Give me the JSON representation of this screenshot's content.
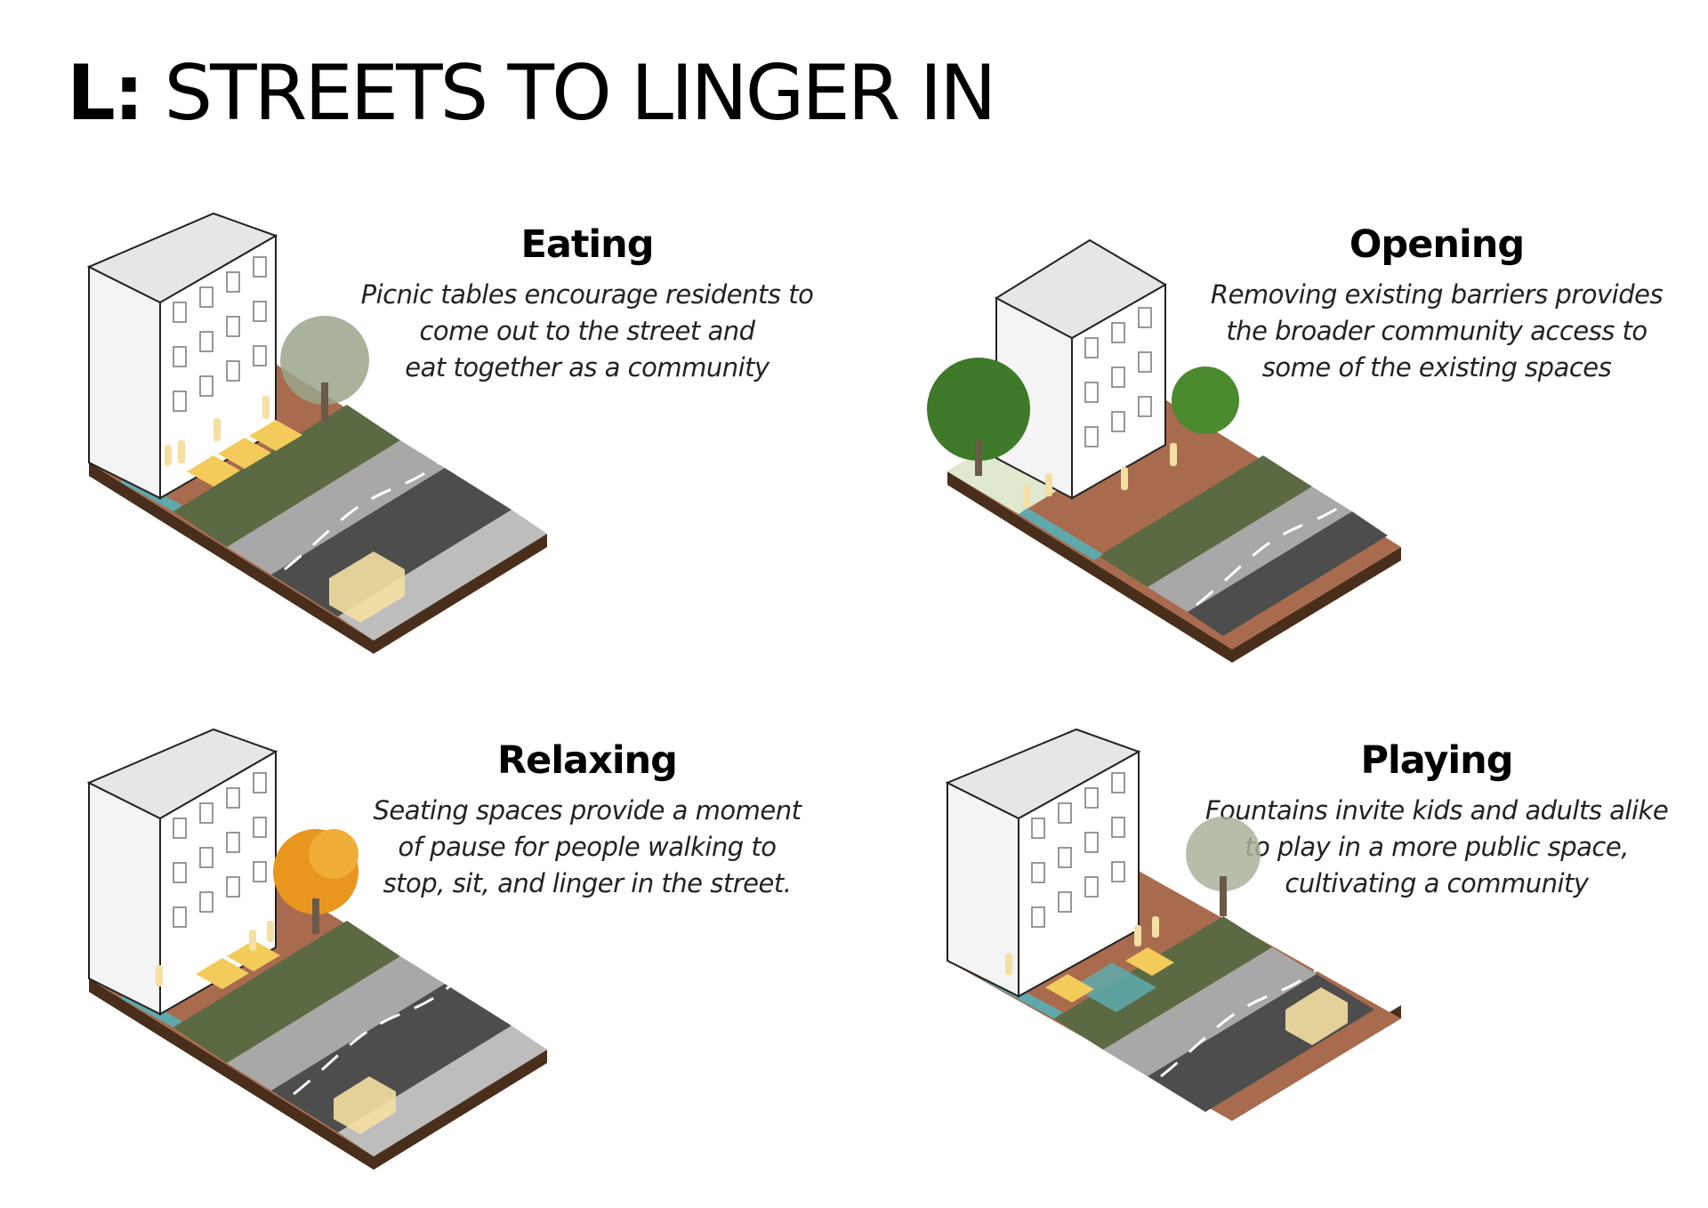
{
  "page": {
    "title_prefix": "L:",
    "title": "STREETS TO LINGER IN"
  },
  "panels": [
    {
      "id": "eating",
      "heading": "Eating",
      "caption_lines": [
        "Picnic tables encourage residents to",
        "come out to the street and",
        "eat together as a community"
      ],
      "tree_color": "#9aa58a"
    },
    {
      "id": "opening",
      "heading": "Opening",
      "caption_lines": [
        "Removing existing barriers provides",
        "the broader community access to",
        "some of the existing spaces"
      ],
      "tree_color": "#3f7a2a"
    },
    {
      "id": "relaxing",
      "heading": "Relaxing",
      "caption_lines": [
        "Seating spaces provide a moment",
        "of pause for people walking to",
        "stop, sit, and linger in the street."
      ],
      "tree_color": "#e8961e"
    },
    {
      "id": "playing",
      "heading": "Playing",
      "caption_lines": [
        "Fountains invite kids and adults alike",
        "to play in a more public space,",
        "cultivating a community"
      ],
      "tree_color": "#a9b39a"
    }
  ],
  "colors": {
    "street_furniture": "#f3cb5a",
    "figures": "#f5dfa2",
    "asphalt": "#4d4d4d",
    "sidewalk": "#a8a8a8",
    "soil": "#4a2e1c",
    "deck": "#a86b4e",
    "planting": "#5b6a43",
    "water": "#5fa9ad",
    "lawn": "#dfe9cf"
  }
}
